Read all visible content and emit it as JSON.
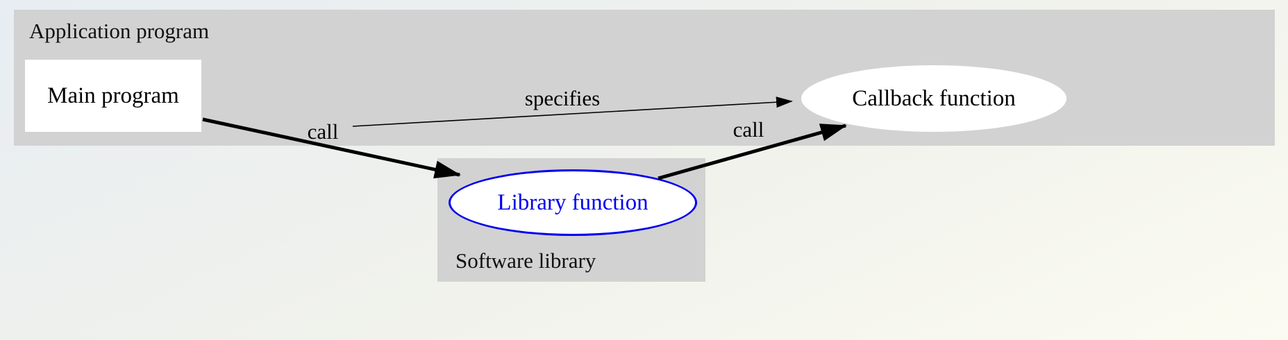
{
  "nodes": {
    "application_program": "Application program",
    "main_program": "Main program",
    "callback_function": "Callback function",
    "software_library": "Software library",
    "library_function": "Library function"
  },
  "edges": {
    "main_to_library": "call",
    "main_to_callback": "specifies",
    "library_to_callback": "call"
  },
  "colors": {
    "container_fill": "#d2d2d2",
    "node_fill": "#ffffff",
    "library_accent": "#0000ee",
    "arrow": "#000000",
    "text": "#000000",
    "background_top": "#e7edf2",
    "background_bottom": "#fbfbf2"
  }
}
